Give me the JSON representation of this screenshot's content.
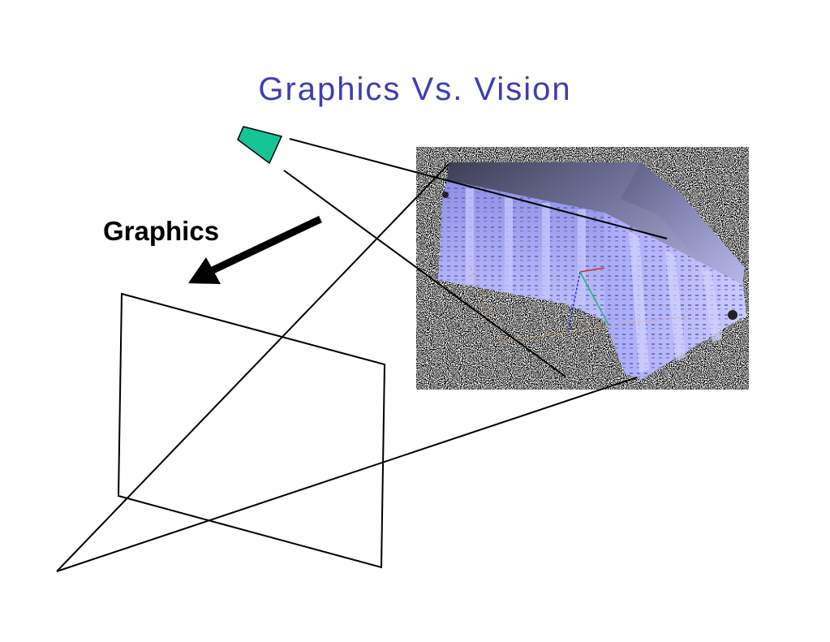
{
  "slide": {
    "title": "Graphics Vs. Vision",
    "direction_label": "Graphics"
  },
  "colors": {
    "title": "#3d3db3",
    "camera_fill": "#16c596",
    "building_light": "#b7b8ff",
    "building_mid": "#9b9cf0",
    "building_dark": "#5d5e8e",
    "roof_dark": "#3d3e55",
    "roof_light": "#9a9bc6",
    "lines": "#000000"
  },
  "icons": {
    "camera": "camera-frustum-icon",
    "arrow": "arrow-down-left-icon",
    "render": "building-3d-render"
  }
}
